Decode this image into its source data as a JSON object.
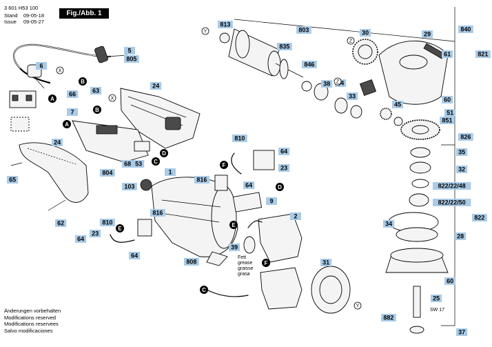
{
  "header": {
    "doc_number": "3 601 H53 100",
    "stand_label": "Stand",
    "stand_date": "09-05-18",
    "issue_label": "Issue",
    "issue_date": "09-05-27",
    "figure": "Fig./Abb. 1"
  },
  "notes": [
    "Änderungen vorbehalten",
    "Modifications reserved",
    "Modifications reservees",
    "Salvo modificaciones"
  ],
  "grease_labels": [
    "Fett",
    "grease",
    "graisse",
    "grasa"
  ],
  "spindle_label": "SW 17",
  "part_labels": {
    "p5": "5",
    "p805": "805",
    "p6": "6",
    "p66": "66",
    "p63": "63",
    "p7": "7",
    "p24a": "24",
    "p24b": "24",
    "p65": "65",
    "p62": "62",
    "p68": "68",
    "p53": "53",
    "p804": "804",
    "p1": "1",
    "p103": "103",
    "p816a": "816",
    "p64a": "64",
    "p810a": "810",
    "p23a": "23",
    "p64b": "64",
    "p9": "9",
    "p2": "2",
    "p816b": "816",
    "p810b": "810",
    "p23b": "23",
    "p64c": "64",
    "p64d": "64",
    "p808": "808",
    "p39": "39",
    "p31": "31",
    "p813": "813",
    "p835": "835",
    "p803": "803",
    "p846": "846",
    "p38": "38",
    "p14": "14",
    "p33": "33",
    "p30": "30",
    "p29": "29",
    "p840": "840",
    "p821": "821",
    "p61": "61",
    "p60a": "60",
    "p51": "51",
    "p851": "851",
    "p45": "45",
    "p826": "826",
    "p35": "35",
    "p32": "32",
    "p822_48": "822/22/48",
    "p822_50": "822/22/50",
    "p34": "34",
    "p822": "822",
    "p28": "28",
    "p60b": "60",
    "p25": "25",
    "p882": "882",
    "p37": "37"
  },
  "connector_letters": {
    "a": "A",
    "b": "B",
    "c": "C",
    "d": "D",
    "e": "E",
    "f": "F"
  },
  "ref_letters": {
    "x": "X",
    "y": "Y",
    "z": "Z"
  }
}
